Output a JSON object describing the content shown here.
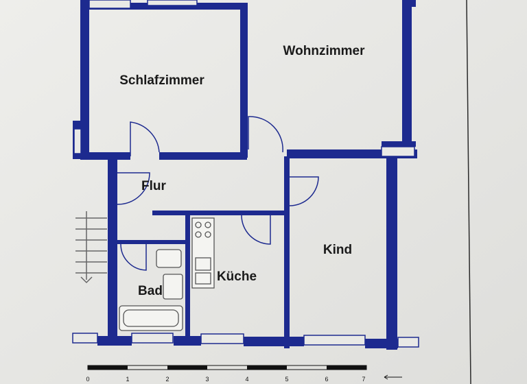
{
  "floorplan": {
    "rooms": {
      "schlafzimmer": "Schlafzimmer",
      "wohnzimmer": "Wohnzimmer",
      "flur": "Flur",
      "kind": "Kind",
      "kueche": "Küche",
      "bad": "Bad"
    },
    "colors": {
      "wall": "#1d2a8f",
      "paper": "#e9e9e6",
      "fixture": "#555555",
      "text": "#1a1a1a"
    }
  },
  "scale_bar": {
    "ticks": [
      "0",
      "1",
      "2",
      "3",
      "4",
      "5",
      "6",
      "7"
    ]
  }
}
